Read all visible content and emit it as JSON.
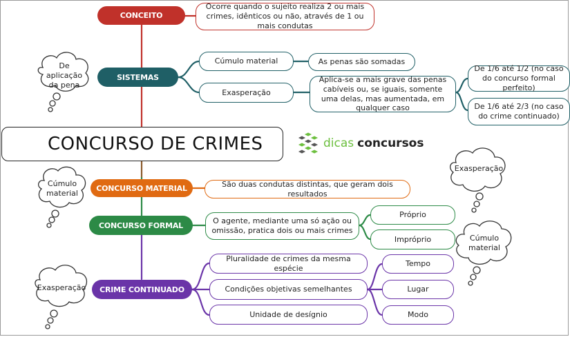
{
  "title": "CONCURSO DE CRIMES",
  "logo": {
    "word1": "dicas",
    "word2": "concursos",
    "icon": "cube-grid-icon"
  },
  "colors": {
    "conceito": "#c0312a",
    "sistemas": "#1f5f66",
    "material": "#e06a12",
    "formal": "#2c8a46",
    "continuado": "#6a34a8"
  },
  "conceito": {
    "label": "CONCEITO",
    "text": "Ocorre quando o sujeito realiza 2 ou mais crimes, idênticos ou não, através de 1 ou mais condutas"
  },
  "sistemas": {
    "label": "SISTEMAS",
    "cloud": "De aplicação da pena",
    "cumulo": {
      "label": "Cúmulo material",
      "desc": "As penas são somadas"
    },
    "exasperacao": {
      "label": "Exasperação",
      "desc": "Aplica-se a mais grave das penas cabíveis ou, se iguais, somente uma delas, mas aumentada, em qualquer caso",
      "sub1": "De 1/6 até 1/2 (no caso do concurso formal perfeito)",
      "sub2": "De 1/6 até 2/3 (no caso do crime continuado)"
    }
  },
  "material": {
    "label": "CONCURSO MATERIAL",
    "cloud": "Cúmulo material",
    "text": "São duas condutas distintas, que geram dois resultados"
  },
  "formal": {
    "label": "CONCURSO FORMAL",
    "text": "O agente, mediante uma só ação ou omissão, pratica dois ou mais crimes",
    "proprio": "Próprio",
    "improprio": "Impróprio",
    "cloud_proprio": "Exasperação",
    "cloud_improprio": "Cúmulo material"
  },
  "continuado": {
    "label": "CRIME CONTINUADO",
    "cloud": "Exasperação",
    "items": [
      "Pluralidade de crimes da mesma espécie",
      "Condições objetivas semelhantes",
      "Unidade de desígnio"
    ],
    "sub": [
      "Tempo",
      "Lugar",
      "Modo"
    ]
  }
}
